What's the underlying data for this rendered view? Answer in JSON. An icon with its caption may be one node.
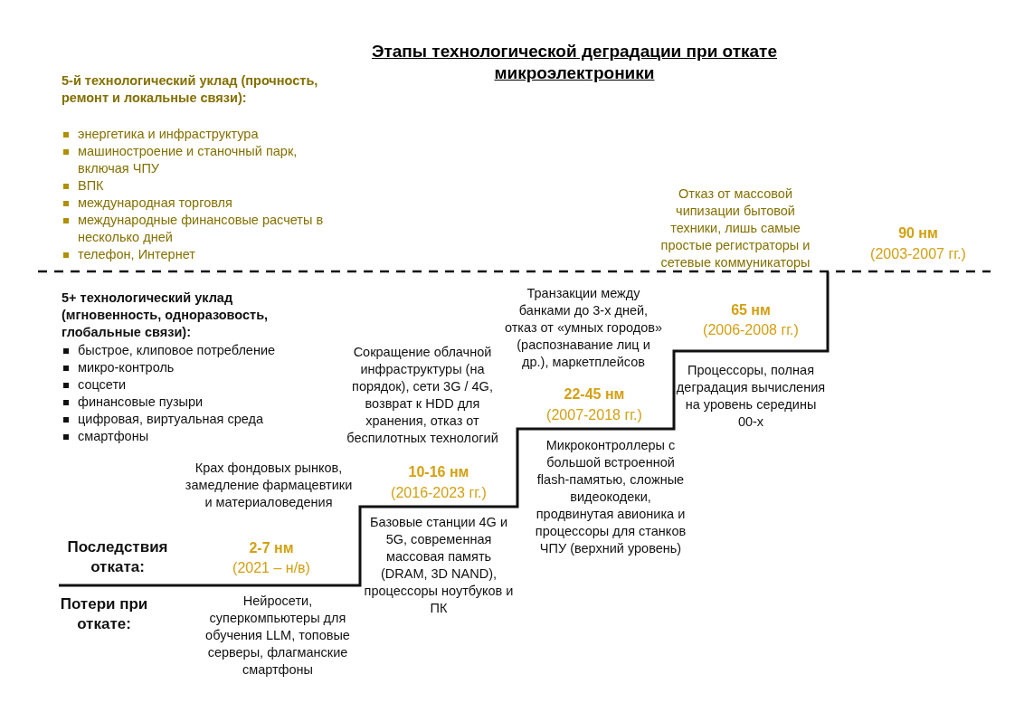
{
  "diagram": {
    "title": "Этапы технологической деградации при откате микроэлектроники",
    "labels": [
      "5-й технологический уклад (прочность, ремонт и локальные связи):",
      "энергетика и инфраструктура",
      "машиностроение и станочный парк, включая ЧПУ",
      "ВПК",
      "международная торговля",
      "международные финансовые расчеты в несколько дней",
      "телефон, Интернет",
      "Отказ от массовой чипизации бытовой техники, лишь самые простые регистраторы и сетевые коммуникаторы",
      "90 нм",
      "(2003-2007 гг.)",
      "5+ технологический уклад (мгновенность, одноразовость, глобальные связи):",
      "быстрое, клиповое потребление",
      "микро-контроль",
      "соцсети",
      "финансовые пузыри",
      "цифровая, виртуальная среда",
      "смартфоны",
      "Транзакции между банками до 3-х дней, отказ от «умных городов» (распознавание лиц и др.), маркетплейсов",
      "65 нм",
      "(2006-2008 гг.)",
      "Сокращение облачной инфраструктуры (на порядок), сети 3G / 4G, возврат к HDD для хранения, отказ от беспилотных технологий",
      "Процессоры, полная деградация вычисления на уровень середины 00-х",
      "22-45 нм",
      "(2007-2018 гг.)",
      "Микроконтроллеры с большой встроенной flash-памятью, сложные видеокодеки, продвинутая авионика и процессоры для станков ЧПУ (верхний уровень)",
      "Крах фондовых рынков, замедление фармацевтики и материаловедения",
      "10-16 нм",
      "(2016-2023 гг.)",
      "Базовые станции 4G и 5G, современная массовая память (DRAM, 3D NAND), процессоры ноутбуков и ПК",
      "Последствия отката:",
      "2-7 нм",
      "(2021 – н/в)",
      "Потери при откате:",
      "Нейросети, суперкомпьютеры для обучения LLM, топовые серверы, флагманские смартфоны"
    ]
  }
}
